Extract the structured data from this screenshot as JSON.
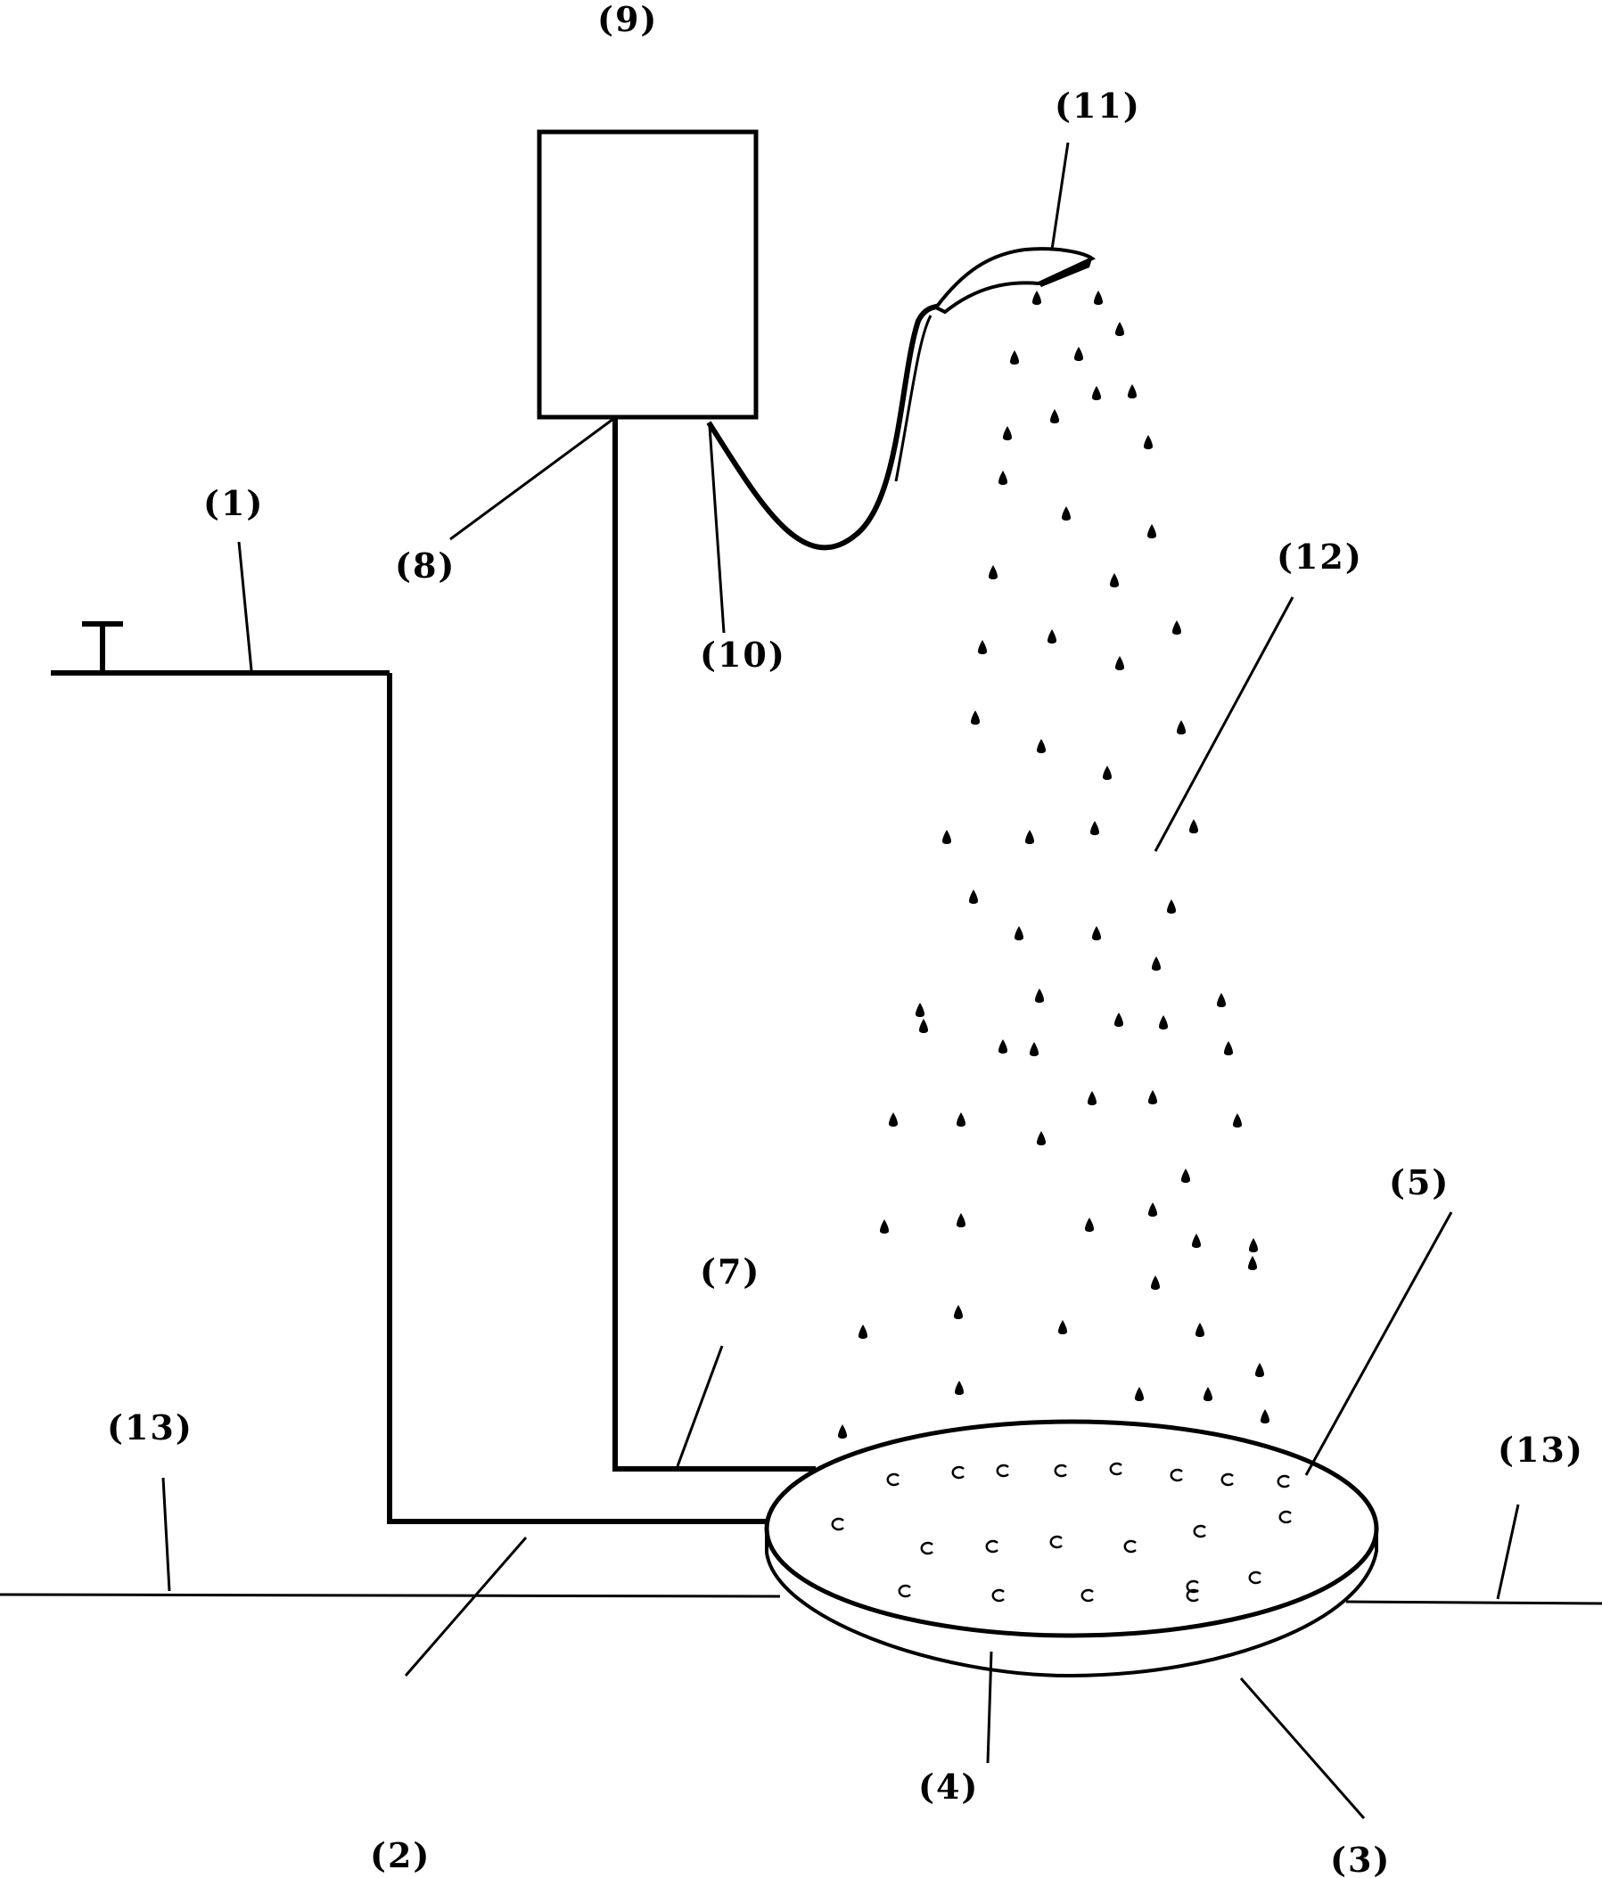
{
  "labels": {
    "tap": "(1)",
    "supply_pipe": "(2)",
    "tray_base": "(3)",
    "tray_rim": "(4)",
    "tray_top": "(5)",
    "return_pipe": "(7)",
    "heater_inlet": "(8)",
    "heater_tank": "(9)",
    "hose_outlet": "(10)",
    "shower_head": "(11)",
    "water_spray": "(12)",
    "floor_left": "(13)",
    "floor_right": "(13)"
  }
}
